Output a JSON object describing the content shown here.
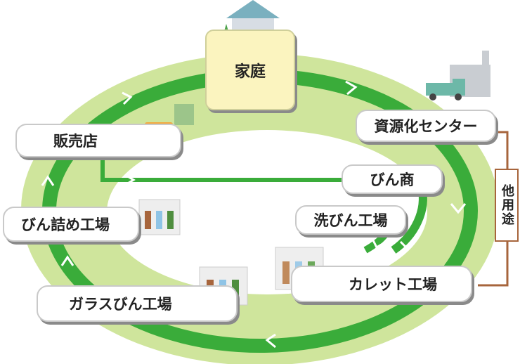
{
  "nodes": {
    "home": "家庭",
    "resource_center": "資源化センター",
    "retail_store": "販売店",
    "bottle_dealer": "びん商",
    "bottle_washing_plant": "洗びん工場",
    "bottling_plant": "びん詰め工場",
    "cullet_plant": "カレット工場",
    "glass_bottle_plant": "ガラスびん工場"
  },
  "other_use_label": "他用途",
  "colors": {
    "outer_ring": "#cfe59c",
    "inner_track": "#3aac3a",
    "link_line": "#3aac3a",
    "other_use_line": "#a7653c",
    "home_box": "#fbf4bf"
  }
}
